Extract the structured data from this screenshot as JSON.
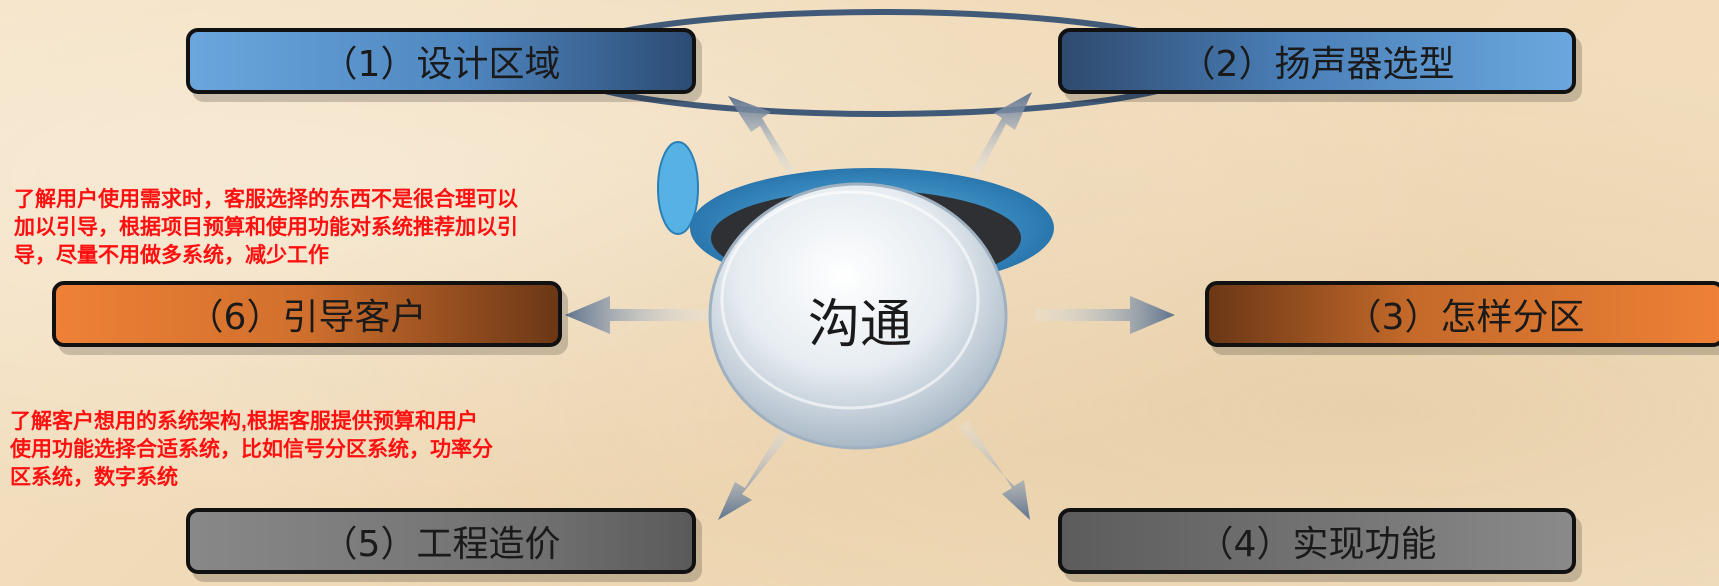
{
  "center": {
    "label": "沟通"
  },
  "nodes": [
    {
      "id": "b1",
      "label": "（1）设计区域"
    },
    {
      "id": "b2",
      "label": "（2）扬声器选型"
    },
    {
      "id": "b3",
      "label": "（3）怎样分区"
    },
    {
      "id": "b4",
      "label": "（4）实现功能"
    },
    {
      "id": "b5",
      "label": "（5）工程造价"
    },
    {
      "id": "b6",
      "label": "（6）引导客户"
    }
  ],
  "notes": [
    {
      "lines": [
        "了解用户使用需求时，客服选择的东西不是很合理可以",
        "加以引导，根据项目预算和使用功能对系统推荐加以引",
        "导，尽量不用做多系统，减少工作"
      ]
    },
    {
      "lines": [
        "了解客户想用的系统架构,根据客服提供预算和用户",
        "使用功能选择合适系统，比如信号分区系统，功率分",
        "区系统，数字系统"
      ]
    }
  ],
  "colors": {
    "blue": "#4f86bf",
    "orange": "#ee8136",
    "gray": "#7a7a7a",
    "note_red": "#ff1010",
    "arrow": "#6b7f96"
  }
}
